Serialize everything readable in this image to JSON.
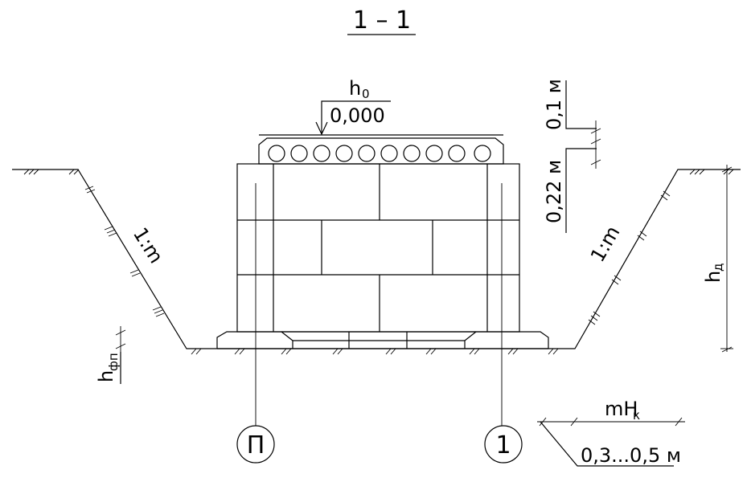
{
  "section_title": "1 – 1",
  "top_elevation": {
    "symbol": "h",
    "subscript": "0",
    "value": "0,000"
  },
  "slope_left": "1:m",
  "slope_right": "1:m",
  "dim_slab_thickness": "0,1 м",
  "dim_gap": "0,22 м",
  "dim_pit_depth": {
    "symbol": "h",
    "subscript": "д"
  },
  "dim_sand_cushion": {
    "symbol": "h",
    "subscript": "фп"
  },
  "axis_markers": [
    "П",
    "1"
  ],
  "berm": {
    "top_symbol": "mH",
    "top_subscript": "к",
    "bottom": "0,3...0,5 м"
  },
  "colors": {
    "line": "#000000",
    "background": "#ffffff"
  }
}
